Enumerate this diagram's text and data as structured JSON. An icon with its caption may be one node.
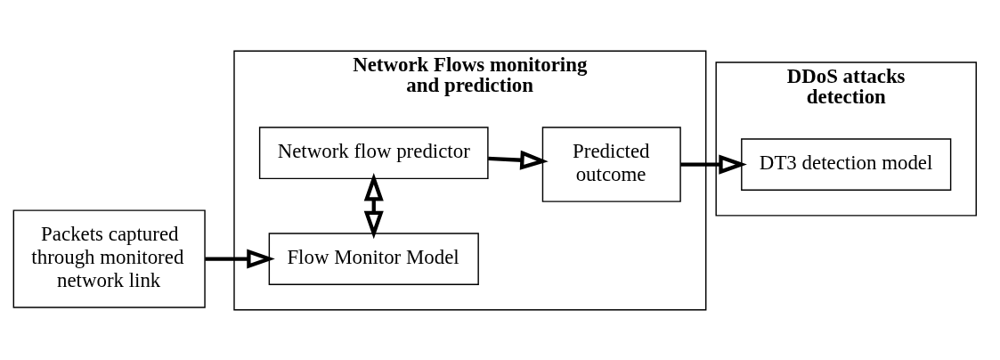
{
  "diagram": {
    "nodes": [
      {
        "text": [
          "Packets captured through monitored network link"
        ]
      },
      {
        "text": [
          "Network Flows monitoring and prediction"
        ]
      },
      {
        "text": [
          "Flow Monitor Model"
        ],
        "in": 1
      },
      {
        "text": [
          "Network flow predictor"
        ],
        "in": 1
      },
      {
        "text": [
          "Predicted outcome"
        ],
        "in": 1
      },
      {
        "text": [
          "DDoS attacks detection"
        ]
      },
      {
        "text": [
          "DT3 detection model"
        ],
        "in": 5
      }
    ],
    "edges": [
      {
        "from": 0,
        "to": 2,
        "arrow": "to"
      },
      {
        "from": 2,
        "to": 3,
        "arrow": "both"
      },
      {
        "from": 3,
        "to": 4,
        "arrow": "to"
      },
      {
        "from": 4,
        "to": 6,
        "arrow": "to"
      }
    ]
  }
}
